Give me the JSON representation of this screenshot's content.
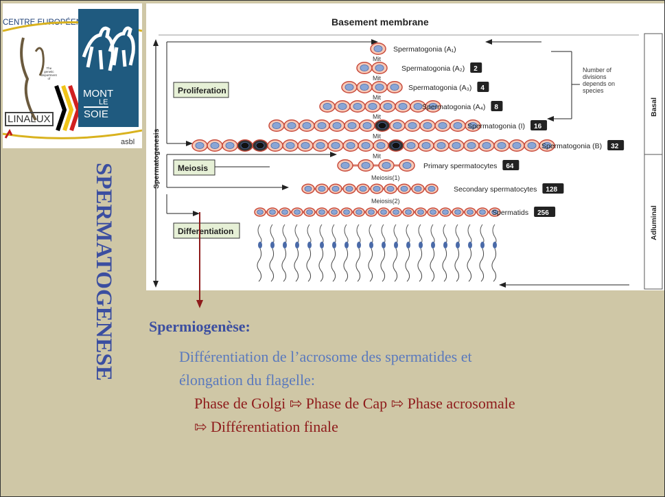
{
  "logo": {
    "top_text": "CENTRE EUROPÉEN DU CHEVAL",
    "linalux": "LINALUX",
    "mont": "MONT",
    "le": "LE",
    "soie": "SOIE",
    "asbl": "asbl",
    "mini_line1": "The",
    "mini_line2": "genetic",
    "mini_line3": "department",
    "mini_line4": "of"
  },
  "vertical_title": "SPERMATOGENESE",
  "diagram": {
    "header": "Basement membrane",
    "side_label": "Spermatogenesis",
    "phases": {
      "proliferation": "Proliferation",
      "meiosis": "Meiosis",
      "differentiation": "Differentiation"
    },
    "zones": {
      "basal": "Basal",
      "adluminal": "Adluminal"
    },
    "note_line1": "Number of",
    "note_line2": "divisions",
    "note_line3": "depends on",
    "note_line4": "species",
    "division_labels": {
      "mit": "Mit",
      "meiosis1": "Meiosis(1)",
      "meiosis2": "Meiosis(2)"
    },
    "stages": [
      {
        "name": "Spermatogonia (A₁)",
        "count": ""
      },
      {
        "name": "Spermatogonia (A₂)",
        "count": "2"
      },
      {
        "name": "Spermatogonia (A₃)",
        "count": "4"
      },
      {
        "name": "Spermatogonia (A₄)",
        "count": "8"
      },
      {
        "name": "Spermatogonia (I)",
        "count": "16"
      },
      {
        "name": "Spermatogonia (B)",
        "count": "32"
      },
      {
        "name": "Primary spermatocytes",
        "count": "64"
      },
      {
        "name": "Secondary spermatocytes",
        "count": "128"
      },
      {
        "name": "Spermatids",
        "count": "256"
      }
    ]
  },
  "text": {
    "heading": "Spermiogenèse:",
    "line1": "Différentiation de l’acrosome des spermatides et",
    "line2": "élongation du flagelle:",
    "line3_a": "Phase de Golgi",
    "line3_b": "Phase de Cap",
    "line3_c": "Phase acrosomale",
    "line4": "Différentiation finale",
    "arrow_glyph": "⇰"
  },
  "colors": {
    "heading_blue": "#3b4ea0",
    "text_blue": "#5a79bd",
    "text_red": "#8e1b1b",
    "background": "#cfc7a6"
  }
}
